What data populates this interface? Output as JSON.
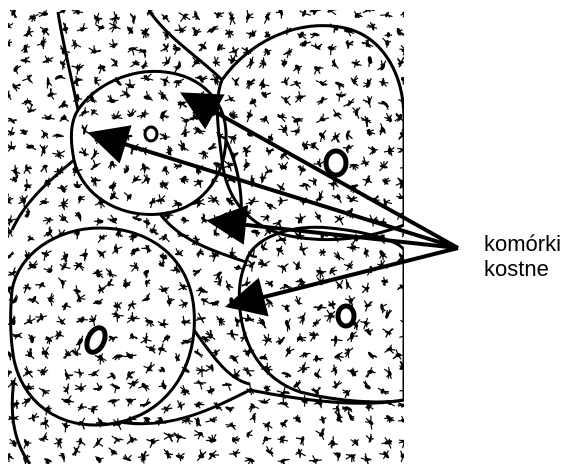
{
  "figure": {
    "label_line1": "komórki",
    "label_line2": "kostne",
    "ink_color": "#000000",
    "background_color": "#ffffff",
    "structures": {
      "osteons_with_canal": 4,
      "pointer_arrows": 4
    }
  }
}
